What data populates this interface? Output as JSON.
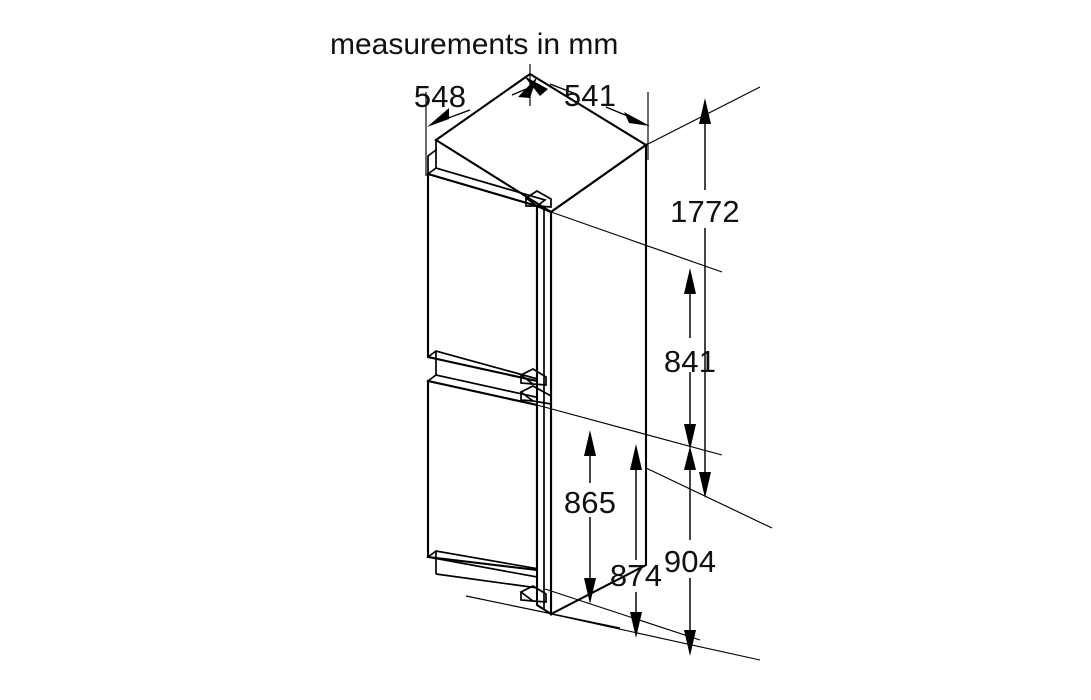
{
  "drawing": {
    "title": "measurements in mm",
    "unit": "mm",
    "subject": "built-in fridge-freezer combination, isometric dimensioned drawing",
    "background_color": "#ffffff",
    "line_color": "#000000",
    "text_color": "#111111"
  },
  "dimensions": {
    "depth_top_left": {
      "label": "548",
      "value": 548,
      "axis": "depth",
      "position": "top-left"
    },
    "width_top_right": {
      "label": "541",
      "value": 541,
      "axis": "width",
      "position": "top-right"
    },
    "total_height": {
      "label": "1772",
      "value": 1772,
      "axis": "height",
      "position": "right-outer"
    },
    "upper_compartment_height": {
      "label": "841",
      "value": 841,
      "axis": "height",
      "position": "right-inner"
    },
    "lower_right": {
      "label": "904",
      "value": 904,
      "axis": "height",
      "position": "right-lower"
    },
    "lower_door_height": {
      "label": "865",
      "value": 865,
      "axis": "height",
      "position": "front-left-lower"
    },
    "lower_body_height": {
      "label": "874",
      "value": 874,
      "axis": "height",
      "position": "front-right-lower"
    }
  },
  "dimension_list": [
    {
      "label": "548"
    },
    {
      "label": "541"
    },
    {
      "label": "1772"
    },
    {
      "label": "841"
    },
    {
      "label": "865"
    },
    {
      "label": "874"
    },
    {
      "label": "904"
    }
  ]
}
